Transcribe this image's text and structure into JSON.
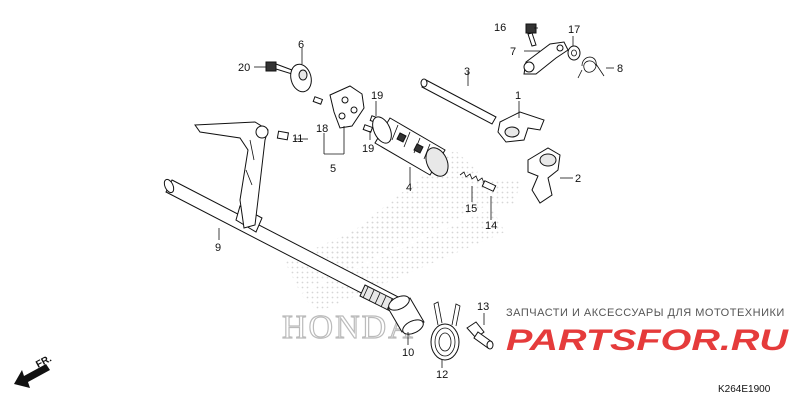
{
  "diagram": {
    "callouts": {
      "p1": "1",
      "p2": "2",
      "p3": "3",
      "p4": "4",
      "p5": "5",
      "p6": "6",
      "p7": "7",
      "p8": "8",
      "p9": "9",
      "p10": "10",
      "p11": "11",
      "p12": "12",
      "p13": "13",
      "p14": "14",
      "p15": "15",
      "p16": "16",
      "p17": "17",
      "p18": "18",
      "p19a": "19",
      "p19b": "19",
      "p20": "20"
    },
    "direction_label": "FR.",
    "diagram_code": "K264E1900",
    "background_logo": "HONDA"
  },
  "watermark": {
    "tagline": "ЗАПЧАСТИ И АКСЕССУАРЫ ДЛЯ МОТОТЕХНИКИ",
    "brand": "PARTSFOR.RU"
  }
}
